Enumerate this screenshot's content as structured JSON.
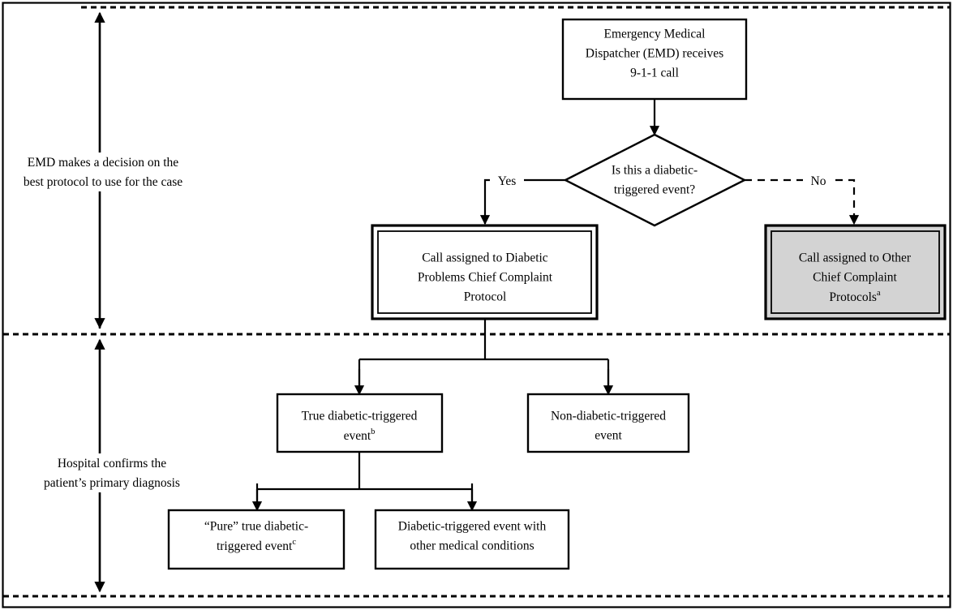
{
  "figure": {
    "type": "flowchart",
    "title": "",
    "background_color": "#ffffff",
    "line_color": "#000000",
    "highlight_fill": "#d3d3d3"
  },
  "swimlane_labels": {
    "upper": {
      "line1": "EMD makes a decision on the",
      "line2": "best protocol to use for the case"
    },
    "lower": {
      "line1": "Hospital confirms the",
      "line2": "patient’s primary diagnosis"
    }
  },
  "nodes": {
    "start": {
      "shape": "rectangle",
      "border": "single",
      "fill": "#ffffff",
      "lines": [
        "Emergency Medical",
        "Dispatcher (EMD) receives",
        "9-1-1 call"
      ]
    },
    "decision": {
      "shape": "diamond",
      "border": "single",
      "fill": "#ffffff",
      "lines": [
        "Is this a diabetic-",
        "triggered event?"
      ]
    },
    "diabetic_protocol": {
      "shape": "rectangle",
      "border": "double",
      "fill": "#ffffff",
      "lines": [
        "Call assigned to Diabetic",
        "Problems Chief Complaint",
        "Protocol"
      ]
    },
    "other_protocol": {
      "shape": "rectangle",
      "border": "double",
      "fill": "#d3d3d3",
      "lines": [
        "Call assigned to Other",
        "Chief Complaint",
        "Protocols"
      ],
      "superscript": "a"
    },
    "true_event": {
      "shape": "rectangle",
      "border": "single",
      "fill": "#ffffff",
      "lines": [
        "True diabetic-triggered",
        "event"
      ],
      "superscript": "b"
    },
    "non_diabetic_event": {
      "shape": "rectangle",
      "border": "single",
      "fill": "#ffffff",
      "lines": [
        "Non-diabetic-triggered",
        "event"
      ]
    },
    "pure_true_event": {
      "shape": "rectangle",
      "border": "single",
      "fill": "#ffffff",
      "lines": [
        "“Pure” true diabetic-",
        "triggered event"
      ],
      "superscript": "c"
    },
    "event_with_other": {
      "shape": "rectangle",
      "border": "single",
      "fill": "#ffffff",
      "lines": [
        "Diabetic-triggered event with",
        "other medical conditions"
      ]
    }
  },
  "edges": {
    "yes_label": "Yes",
    "no_label": "No",
    "yes_style": "solid",
    "no_style": "dashed"
  }
}
